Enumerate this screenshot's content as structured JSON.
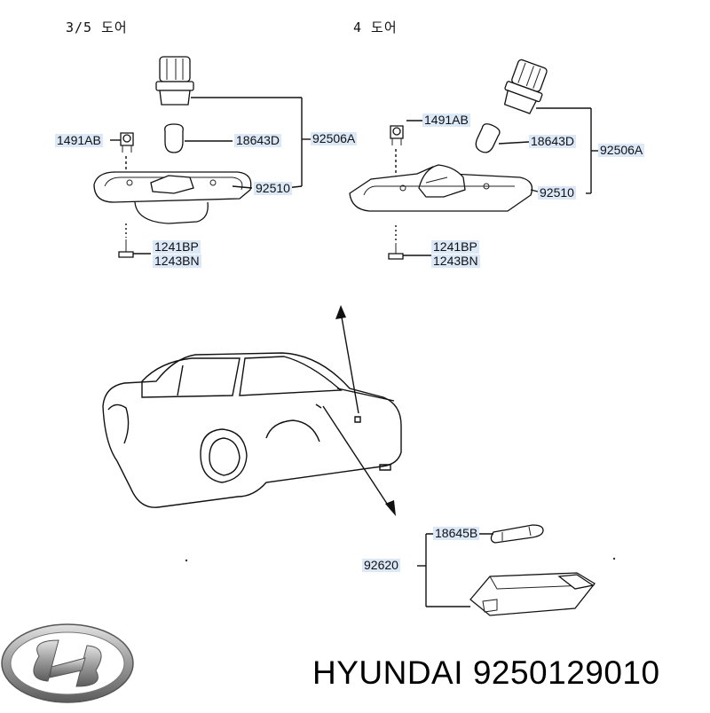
{
  "sections": {
    "left_title": "3/5 도어",
    "right_title": "4 도어"
  },
  "labels": {
    "left": {
      "bolt": "1491AB",
      "bulb": "18643D",
      "assembly": "92506A",
      "lens": "92510",
      "screw_a": "1241BP",
      "screw_b": "1243BN"
    },
    "right": {
      "bolt": "1491AB",
      "bulb": "18643D",
      "assembly": "92506A",
      "lens": "92510",
      "screw_a": "1241BP",
      "screw_b": "1243BN"
    },
    "trunk": {
      "bulb": "18645B",
      "lamp": "92620"
    }
  },
  "brand": {
    "name": "HYUNDAI",
    "part_number": "9250129010",
    "logo_icon": "hyundai-logo"
  },
  "colors": {
    "label_highlight": "#dbe8f7",
    "line": "#111111"
  }
}
